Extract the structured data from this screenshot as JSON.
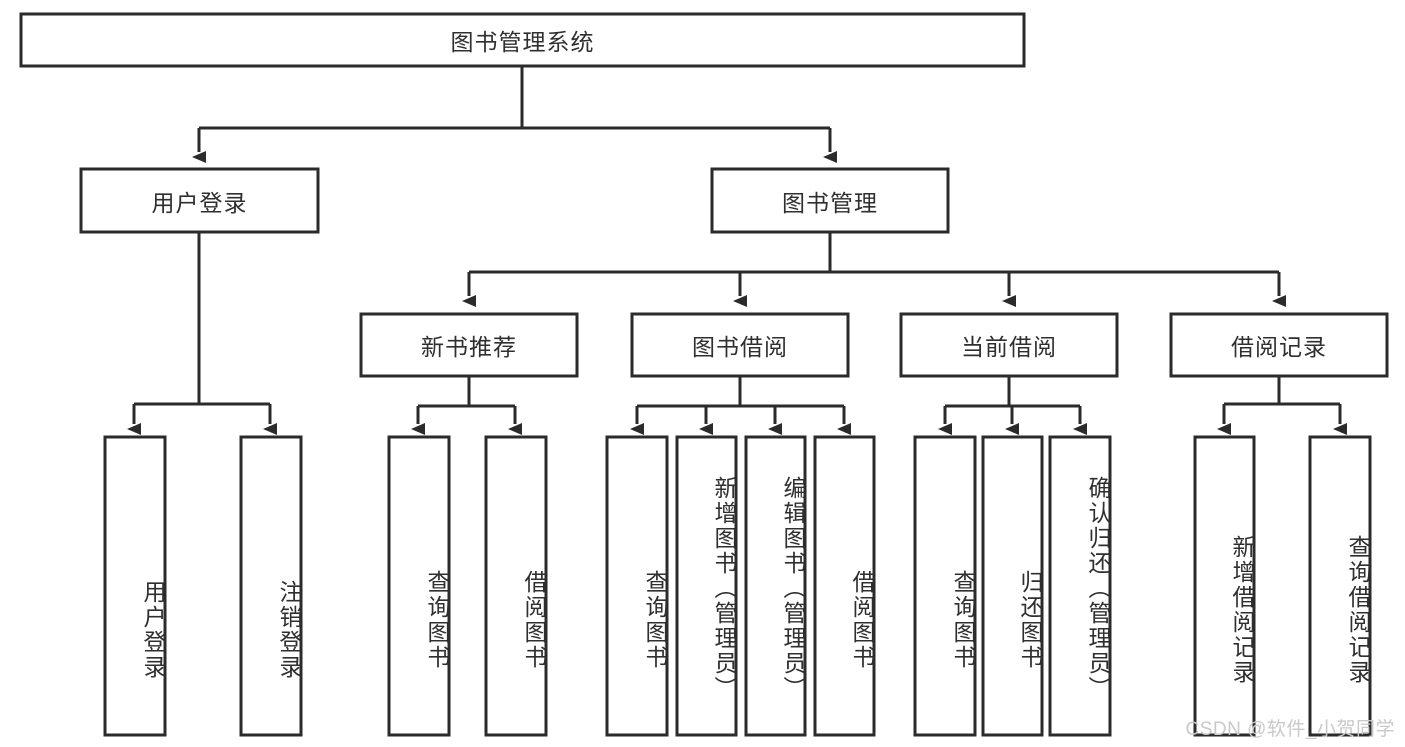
{
  "diagram": {
    "title": "图书管理系统",
    "type": "tree-hierarchy",
    "orientation": "top-down",
    "colors": {
      "box_stroke": "#2b2b2b",
      "box_fill": "#ffffff",
      "connector": "#2b2b2b",
      "text": "#2f2f2f",
      "watermark": "#c9c9c9",
      "background": "#ffffff"
    }
  },
  "root": {
    "label": "图书管理系统"
  },
  "level1": [
    {
      "label": "用户登录"
    },
    {
      "label": "图书管理"
    }
  ],
  "level2": [
    {
      "label": "新书推荐"
    },
    {
      "label": "图书借阅"
    },
    {
      "label": "当前借阅"
    },
    {
      "label": "借阅记录"
    }
  ],
  "leaves": {
    "user_login": [
      {
        "label": "用户登录"
      },
      {
        "label": "注销登录"
      }
    ],
    "new_book": [
      {
        "label": "查询图书"
      },
      {
        "label": "借阅图书"
      }
    ],
    "book_borrow": [
      {
        "label": "查询图书"
      },
      {
        "label": "新增图书（管理员）"
      },
      {
        "label": "编辑图书（管理员）"
      },
      {
        "label": "借阅图书"
      }
    ],
    "current_borrow": [
      {
        "label": "查询图书"
      },
      {
        "label": "归还图书"
      },
      {
        "label": "确认归还（管理员）"
      }
    ],
    "borrow_record": [
      {
        "label": "新增借阅记录"
      },
      {
        "label": "查询借阅记录"
      }
    ]
  },
  "watermark": {
    "text": "CSDN @软件_小贺同学"
  }
}
